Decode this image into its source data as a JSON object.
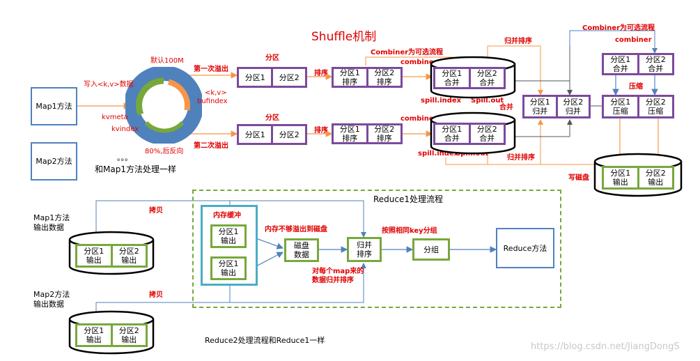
{
  "title": "Shuffle机制",
  "ring": {
    "default_label": "默认100M",
    "write_label": "写入<k,v>数据",
    "kv_label": "<k,v>",
    "bufindex_label": "bufindex",
    "kvmeta_label": "kvmeta",
    "kvindex_label": "kvindex",
    "reverse_label": "80%,后反向"
  },
  "map": {
    "map1_label": "Map1方法",
    "map2_label": "Map2方法",
    "dots": "。。。",
    "same_as_map1": "和Map1方法处理一样"
  },
  "spill": {
    "first_label": "第一次溢出",
    "second_label": "第二次溢出",
    "partition_label": "分区",
    "sort_label": "排序",
    "combiner_label": "combiner",
    "combiner_optional_1": "Combiner为可选流程",
    "combiner_optional_2": "Combiner为可选流程",
    "spill_index": "spill.index",
    "spill_out": "Spill.out",
    "merge_label": "合并",
    "merge_sort_label": "归并排序",
    "compress_label": "压缩",
    "write_disk_label": "写磁盘",
    "partition1": "分区1",
    "partition2": "分区2",
    "p1_sort": "分区1\n排序",
    "p2_sort": "分区2\n排序",
    "p1_merge": "分区1\n合并",
    "p2_merge": "分区2\n合并",
    "p1_gb": "分区1\n归并",
    "p2_gb": "分区2\n归并",
    "p1_compress": "分区1\n压缩",
    "p2_compress": "分区2\n压缩",
    "p1_output": "分区1\n输出",
    "p2_output": "分区2\n输出"
  },
  "reduce": {
    "title": "Reduce1处理流程",
    "map1_out": "Map1方法\n输出数据",
    "map2_out": "Map2方法\n输出数据",
    "copy_label": "拷贝",
    "mem_buffer": "内存缓冲",
    "p1_out": "分区1\n输出",
    "p2_out": "分区2\n输出",
    "mem_overflow": "内存不够溢出到磁盘",
    "disk_data": "磁盘\n数据",
    "merge_sort": "归并\n排序",
    "group_by_key": "按照相同key分组",
    "group": "分组",
    "reduce_method": "Reduce方法",
    "per_map_sort": "对每个map来的\n数据归并排序",
    "reduce2_note": "Reduce2处理流程和Reduce1一样"
  },
  "watermark": "https://blog.csdn.net/JiangDongS"
}
